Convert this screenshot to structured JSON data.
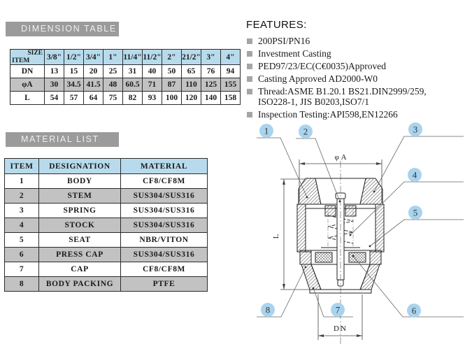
{
  "dimension_section": {
    "header": "DIMENSION TABLE",
    "corner": {
      "top": "SIZE",
      "bottom": "ITEM"
    },
    "sizes": [
      "3/8\"",
      "1/2\"",
      "3/4\"",
      "1\"",
      "11/4\"",
      "11/2\"",
      "2\"",
      "21/2\"",
      "3\"",
      "4\""
    ],
    "rows": [
      {
        "label": "DN",
        "values": [
          13,
          15,
          20,
          25,
          31,
          40,
          50,
          65,
          76,
          94
        ]
      },
      {
        "label": "φA",
        "values": [
          30,
          34.5,
          41.5,
          48,
          60.5,
          71,
          87,
          110,
          125,
          155
        ]
      },
      {
        "label": "L",
        "values": [
          54,
          57,
          64,
          75,
          82,
          93,
          100,
          120,
          140,
          158
        ]
      }
    ]
  },
  "material_section": {
    "header": "MATERIAL LIST",
    "columns": [
      "ITEM",
      "DESIGNATION",
      "MATERIAL"
    ],
    "rows": [
      [
        "1",
        "BODY",
        "CF8/CF8M"
      ],
      [
        "2",
        "STEM",
        "SUS304/SUS316"
      ],
      [
        "3",
        "SPRING",
        "SUS304/SUS316"
      ],
      [
        "4",
        "STOCK",
        "SUS304/SUS316"
      ],
      [
        "5",
        "SEAT",
        "NBR/VITON"
      ],
      [
        "6",
        "PRESS CAP",
        "SUS304/SUS316"
      ],
      [
        "7",
        "CAP",
        "CF8/CF8M"
      ],
      [
        "8",
        "BODY PACKING",
        "PTFE"
      ]
    ]
  },
  "features": {
    "title": "FEATURES:",
    "items": [
      {
        "lines": [
          "200PSI/PN16"
        ]
      },
      {
        "lines": [
          "Investment Casting"
        ]
      },
      {
        "lines": [
          "PED97/23/EC(C€0035)Approved"
        ]
      },
      {
        "lines": [
          "Casting Approved AD2000-W0"
        ]
      },
      {
        "lines": [
          "Thread:ASME B1.20.1 BS21.DIN2999/259,",
          "ISO228-1, JIS B0203,ISO7/1"
        ]
      },
      {
        "lines": [
          "Inspection Testing:API598,EN12266"
        ]
      }
    ]
  },
  "drawing": {
    "callouts": [
      "1",
      "2",
      "3",
      "4",
      "5",
      "6",
      "7",
      "8"
    ],
    "dim_phi_a": "φ A",
    "dim_l": "L",
    "dim_dn": "DN"
  },
  "colors": {
    "header_bar": "#9b9b9b",
    "table_head_blue": "#b7dbec",
    "row_gray": "#c3c2c2",
    "callout_blue": "#a9d3ee"
  }
}
